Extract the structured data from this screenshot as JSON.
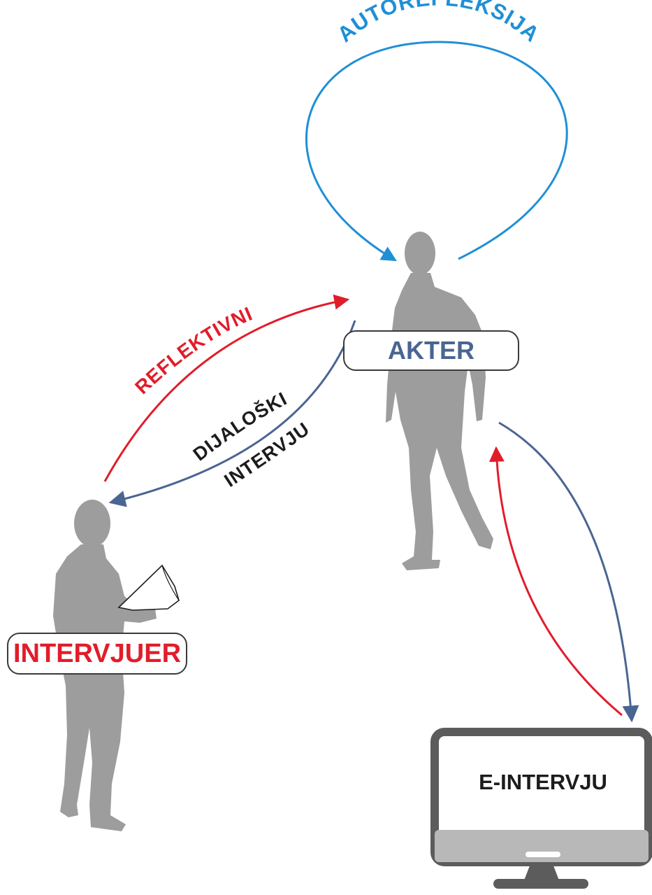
{
  "labels": {
    "self_reflection": "AUTOREFLEKSIJA",
    "reflective": "REFLEKTIVNI",
    "dialogic": "DIJALOŠKI",
    "interview": "INTERVJU",
    "actor": "AKTER",
    "interviewer": "INTERVJUER",
    "e_interview": "E-INTERVJU"
  },
  "colors": {
    "blue_light": "#1f8fd6",
    "red": "#e11d2a",
    "slate_blue": "#4a6592",
    "figure_gray": "#9d9d9d",
    "label_dark": "#1c1c1c"
  },
  "icons": [
    "person-figure-icon",
    "person-reading-figure-icon",
    "computer-monitor-icon"
  ]
}
